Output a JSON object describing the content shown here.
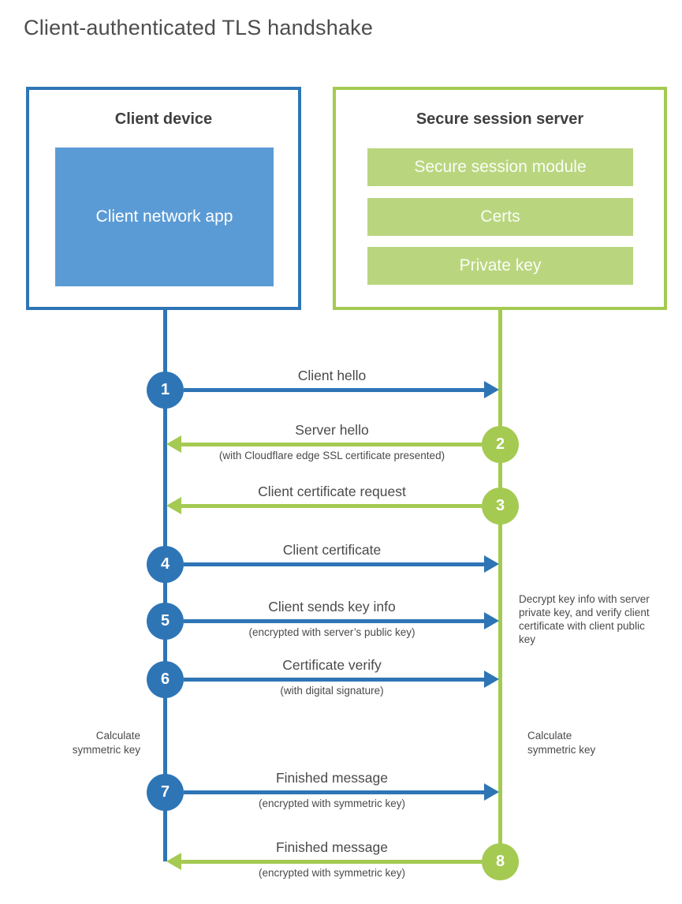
{
  "title": "Client-authenticated TLS handshake",
  "colors": {
    "blue": "#2e75b6",
    "blue_fill": "#5b9bd5",
    "green": "#a4ca52",
    "green_fill": "#b9d67f",
    "text": "#4a4a4a"
  },
  "client": {
    "title": "Client device",
    "app_label": "Client network app"
  },
  "server": {
    "title": "Secure session server",
    "modules": [
      "Secure session module",
      "Certs",
      "Private key"
    ]
  },
  "steps": [
    {
      "num": "1",
      "from": "client",
      "label": "Client hello",
      "sub": ""
    },
    {
      "num": "2",
      "from": "server",
      "label": "Server hello",
      "sub": "(with Cloudflare edge SSL certificate presented)"
    },
    {
      "num": "3",
      "from": "server",
      "label": "Client certificate request",
      "sub": ""
    },
    {
      "num": "4",
      "from": "client",
      "label": "Client certificate",
      "sub": ""
    },
    {
      "num": "5",
      "from": "client",
      "label": "Client sends key info",
      "sub": "(encrypted with server’s public key)"
    },
    {
      "num": "6",
      "from": "client",
      "label": "Certificate verify",
      "sub": "(with digital signature)"
    },
    {
      "num": "7",
      "from": "client",
      "label": "Finished message",
      "sub": "(encrypted with symmetric key)"
    },
    {
      "num": "8",
      "from": "server",
      "label": "Finished message",
      "sub": "(encrypted with symmetric key)"
    }
  ],
  "notes": {
    "decrypt": "Decrypt key info with server private key, and verify client certificate with client public key",
    "calc_left": "Calculate symmetric key",
    "calc_right": "Calculate symmetric key"
  }
}
